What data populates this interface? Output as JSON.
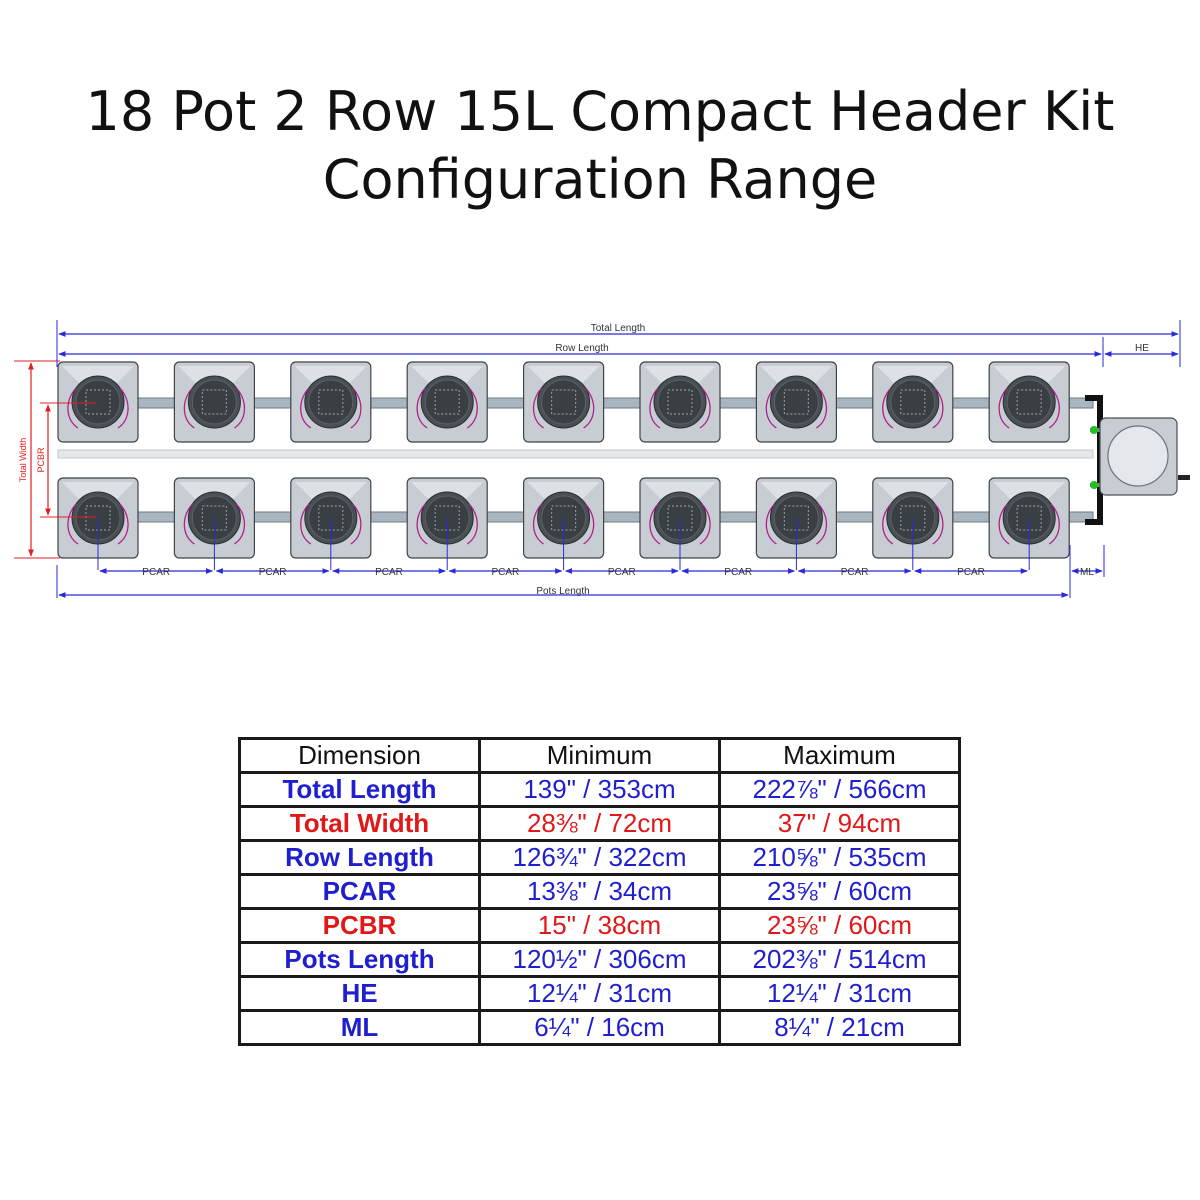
{
  "title": {
    "line1": "18 Pot 2 Row 15L Compact Header Kit",
    "line2": "Configuration Range"
  },
  "diagram": {
    "labels": {
      "total_length": "Total Length",
      "row_length": "Row Length",
      "he": "HE",
      "total_width": "Total Width",
      "pcbr": "PCBR",
      "pcar": "PCAR",
      "ml": "ML",
      "pots_length": "Pots Length"
    },
    "pots_per_row": 9,
    "rows": 2,
    "colors": {
      "dimension_line": "#2a2ad8",
      "width_line": "#e02020",
      "pot_body": "#c8cdd4",
      "pipe": "#a9b6bf",
      "cable": "#b0208c",
      "valve": "#22c022"
    }
  },
  "table": {
    "headers": [
      "Dimension",
      "Minimum",
      "Maximum"
    ],
    "rows": [
      {
        "name": "Total Length",
        "min": "139\" / 353cm",
        "max": "222⅞\" / 566cm",
        "color": "blue"
      },
      {
        "name": "Total Width",
        "min": "28⅜\" / 72cm",
        "max": "37\" / 94cm",
        "color": "red"
      },
      {
        "name": "Row Length",
        "min": "126¾\" / 322cm",
        "max": "210⅝\" / 535cm",
        "color": "blue"
      },
      {
        "name": "PCAR",
        "min": "13⅜\" / 34cm",
        "max": "23⅝\" / 60cm",
        "color": "blue"
      },
      {
        "name": "PCBR",
        "min": "15\" / 38cm",
        "max": "23⅝\" / 60cm",
        "color": "red"
      },
      {
        "name": "Pots Length",
        "min": "120½\" / 306cm",
        "max": "202⅜\" / 514cm",
        "color": "blue"
      },
      {
        "name": "HE",
        "min": "12¼\" / 31cm",
        "max": "12¼\" / 31cm",
        "color": "blue"
      },
      {
        "name": "ML",
        "min": "6¼\" / 16cm",
        "max": "8¼\" / 21cm",
        "color": "blue"
      }
    ]
  }
}
